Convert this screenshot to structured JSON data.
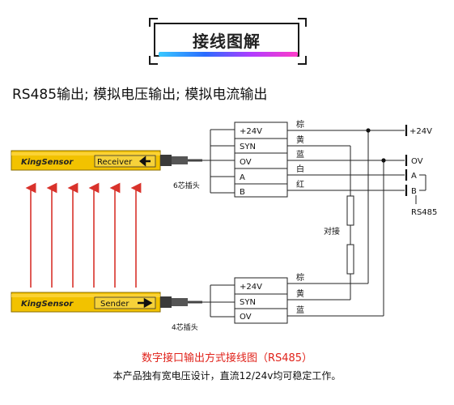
{
  "header": {
    "title": "接线图解"
  },
  "subtitle": "RS485输出; 模拟电压输出; 模拟电流输出",
  "receiver": {
    "brand": "KingSensor",
    "label": "Receiver",
    "connector_label": "6芯插头",
    "pins": [
      "+24V",
      "SYN",
      "OV",
      "A",
      "B"
    ],
    "wire_colors": [
      "棕",
      "黄",
      "蓝",
      "白",
      "红"
    ]
  },
  "sender": {
    "brand": "KingSensor",
    "label": "Sender",
    "connector_label": "4芯插头",
    "pins": [
      "+24V",
      "SYN",
      "OV"
    ],
    "wire_colors": [
      "棕",
      "黄",
      "蓝"
    ]
  },
  "terminals": {
    "v24": "+24V",
    "ov": "OV",
    "a": "A",
    "b": "B",
    "bus": "RS485"
  },
  "joint_label": "对接",
  "caption_red": "数字接口输出方式接线图（RS485）",
  "caption_black": "本产品独有宽电压设计，直流12/24v均可稳定工作。",
  "colors": {
    "accent_red": "#e0221a",
    "bar_yellow": "#f2c200",
    "beam_red": "#d9322b"
  }
}
